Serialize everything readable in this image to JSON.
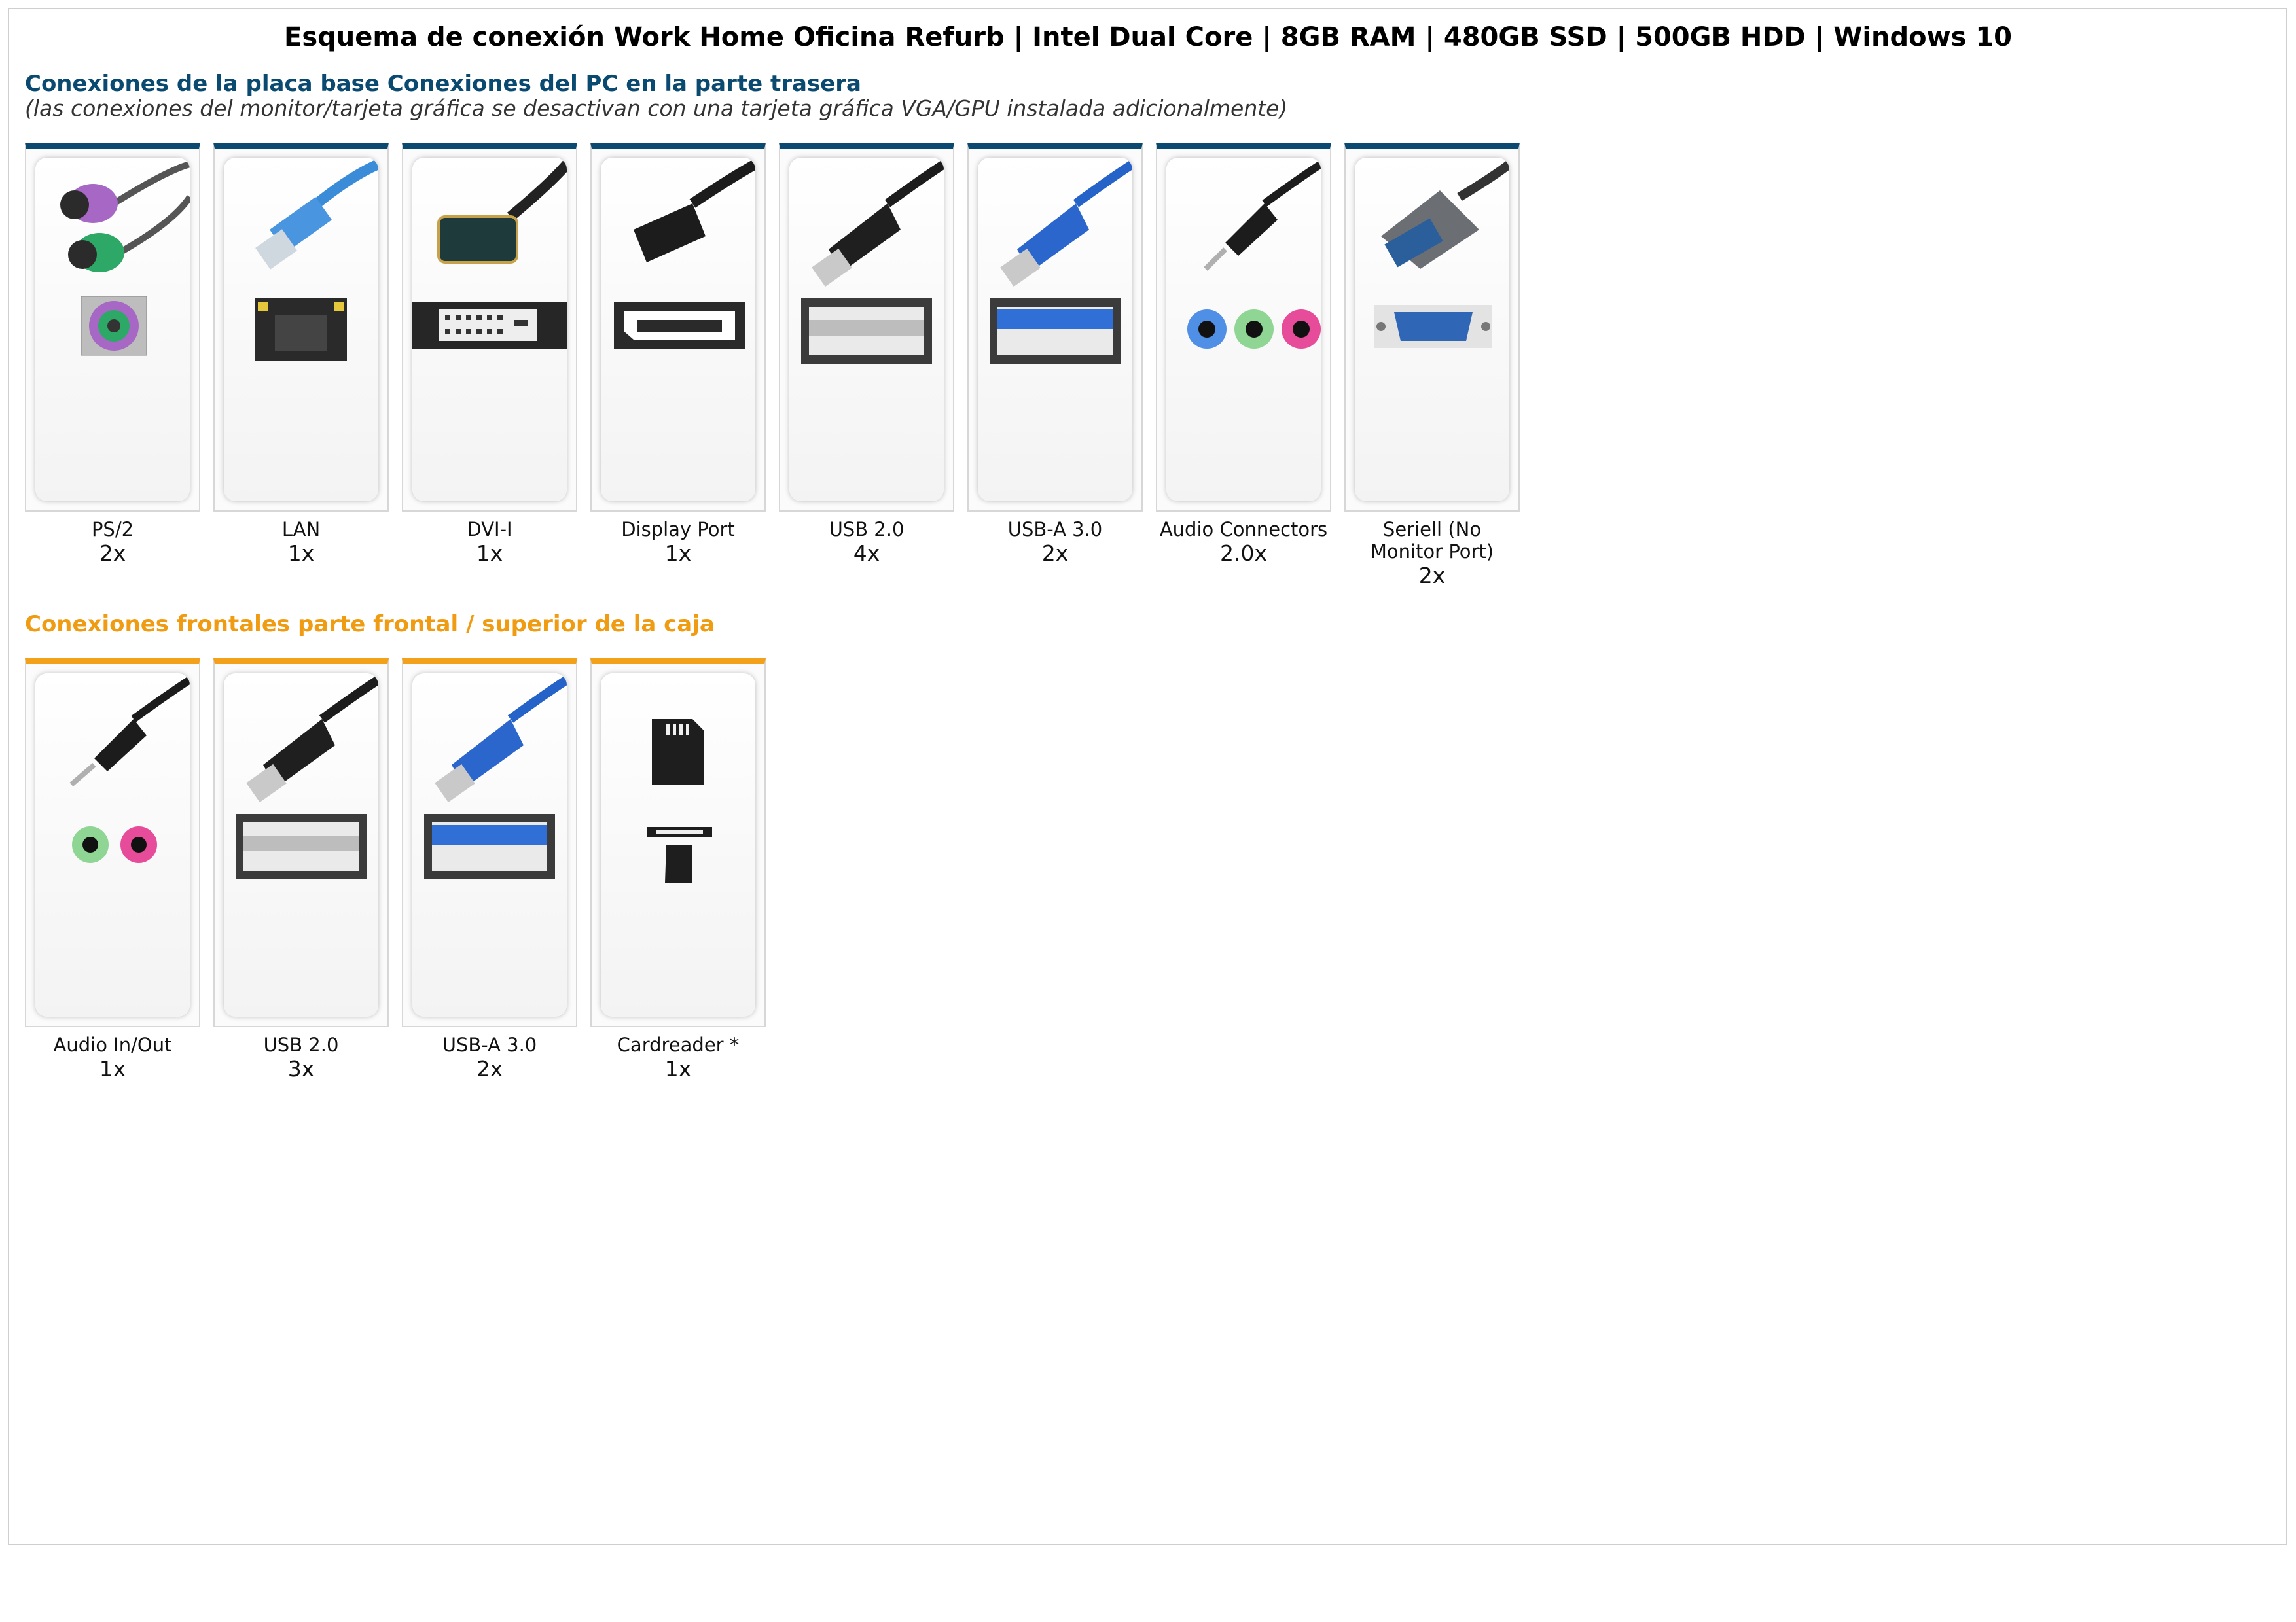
{
  "title": "Esquema de conexión Work Home Oficina Refurb | Intel Dual Core | 8GB RAM | 480GB SSD | 500GB HDD | Windows 10",
  "back_section": {
    "title": "Conexiones de la placa base Conexiones del PC en la parte trasera",
    "subtitle": "(las conexiones del monitor/tarjeta gráfica se desactivan con una tarjeta gráfica VGA/GPU instalada adicionalmente)",
    "accent": "#0b4a70",
    "items": [
      {
        "label": "PS/2",
        "count": "2x",
        "icon": "ps2-icon"
      },
      {
        "label": "LAN",
        "count": "1x",
        "icon": "lan-icon"
      },
      {
        "label": "DVI-I",
        "count": "1x",
        "icon": "dvi-icon"
      },
      {
        "label": "Display Port",
        "count": "1x",
        "icon": "displayport-icon"
      },
      {
        "label": "USB 2.0",
        "count": "4x",
        "icon": "usb2-icon"
      },
      {
        "label": "USB-A 3.0",
        "count": "2x",
        "icon": "usb3-icon"
      },
      {
        "label": "Audio Connectors",
        "count": "2.0x",
        "icon": "audio-icon"
      },
      {
        "label": "Seriell (No Monitor Port)",
        "count": "2x",
        "icon": "serial-icon"
      }
    ]
  },
  "front_section": {
    "title": "Conexiones frontales parte frontal / superior de la caja",
    "accent": "#f3a01b",
    "items": [
      {
        "label": "Audio In/Out",
        "count": "1x",
        "icon": "audio-inout-icon"
      },
      {
        "label": "USB 2.0",
        "count": "3x",
        "icon": "usb2-icon"
      },
      {
        "label": "USB-A 3.0",
        "count": "2x",
        "icon": "usb3-icon"
      },
      {
        "label": "Cardreader *",
        "count": "1x",
        "icon": "cardreader-icon"
      }
    ]
  }
}
